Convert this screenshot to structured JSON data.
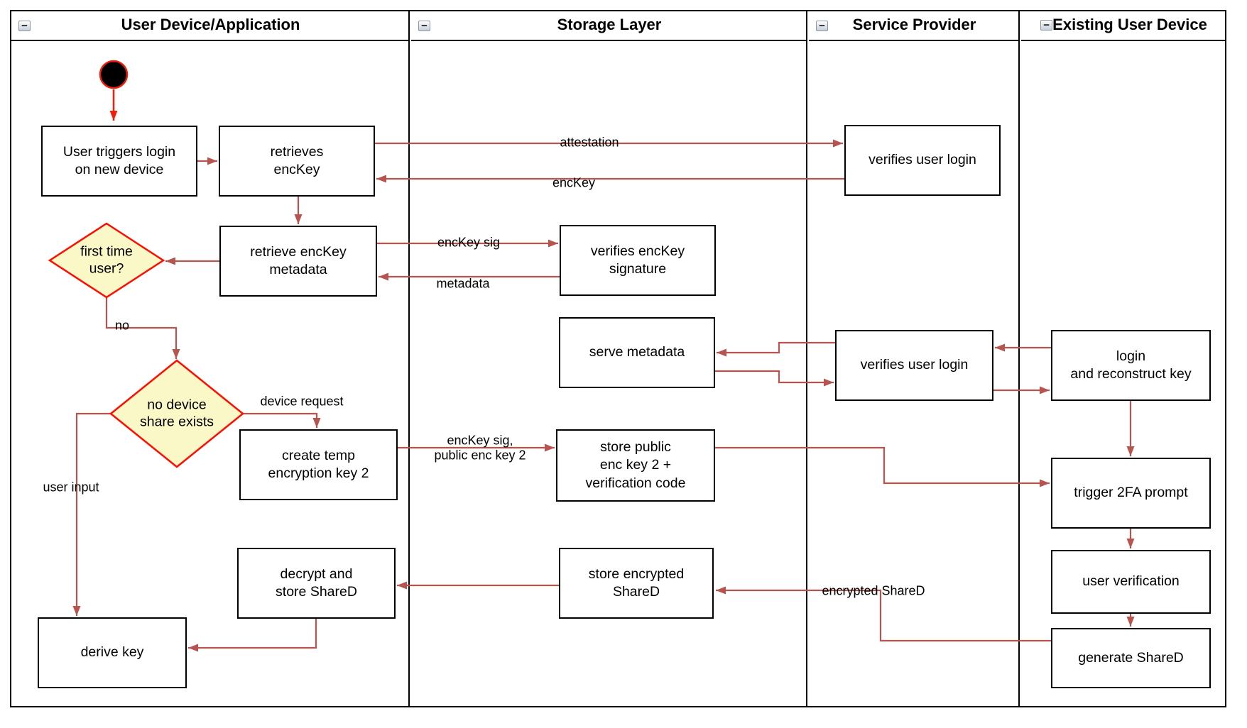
{
  "diagram": {
    "lanes": [
      {
        "title": "User Device/Application"
      },
      {
        "title": "Storage Layer"
      },
      {
        "title": "Service Provider"
      },
      {
        "title": "Existing User Device"
      }
    ],
    "icons": {
      "collapse": "−"
    },
    "colors": {
      "arrow": "#b85450",
      "start_arrow": "#f01e0c",
      "decision_border": "#ff0d00",
      "decision_fill": "#fbf8c7",
      "node_border": "#000000",
      "node_fill": "#ffffff"
    },
    "nodes": {
      "user_triggers": "User triggers login\non new device",
      "retrieves_enckey": "retrieves\nencKey",
      "retrieve_metadata": "retrieve encKey\nmetadata",
      "first_time_user": "first time\nuser?",
      "no_device_share": "no device\nshare exists",
      "create_temp": "create temp\nencryption key 2",
      "decrypt_store": "decrypt and\nstore ShareD",
      "derive_key": "derive key",
      "verifies_signature": "verifies encKey\nsignature",
      "serve_metadata": "serve metadata",
      "store_public": "store public\nenc key 2 +\nverification code",
      "store_encrypted": "store encrypted\nShareD",
      "verifies_login_top": "verifies user login",
      "verifies_login_mid": "verifies user login",
      "login_reconstruct": "login\nand reconstruct key",
      "trigger_2fa": "trigger 2FA prompt",
      "user_verification": "user verification",
      "generate_shared": "generate ShareD"
    },
    "edge_labels": {
      "attestation": "attestation",
      "enckey": "encKey",
      "enckey_sig": "encKey sig",
      "metadata": "metadata",
      "no": "no",
      "device_request": "device request",
      "enckey_sig_public": "encKey sig,\npublic enc key 2",
      "user_input": "user input",
      "encrypted_shared": "encrypted ShareD"
    }
  }
}
